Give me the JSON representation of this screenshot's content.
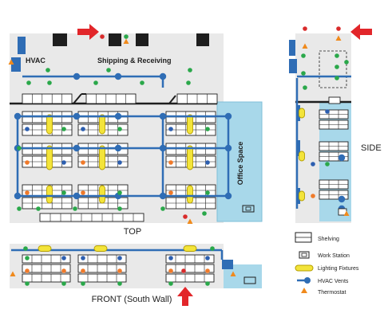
{
  "colors": {
    "floor": "#e9e9e9",
    "office": "#a8d8ea",
    "hvac": "#2f6db5",
    "light_fill": "#f3e43a",
    "light_stroke": "#b59f00",
    "arrow": "#e2262a",
    "thermostat": "#f08a1c",
    "sensor_green": "#2aa84a",
    "sensor_blue": "#2d5fb0",
    "sensor_orange": "#f07a2a",
    "sensor_red": "#d92b2b",
    "equipment": "#1e1e1e"
  },
  "labels": {
    "hvac_room": "HVAC",
    "shipping": "Shipping & Receiving",
    "office": "Office Space",
    "top_view": "TOP",
    "side_view": "SIDE",
    "front_view": "FRONT (South Wall)"
  },
  "legend": [
    {
      "icon": "shelving-icon",
      "label": "Shelving"
    },
    {
      "icon": "work-station-icon",
      "label": "Work Station"
    },
    {
      "icon": "lighting-fixture-icon",
      "label": "Lighting Fixtures"
    },
    {
      "icon": "hvac-vent-icon",
      "label": "HVAC Vents"
    },
    {
      "icon": "thermostat-icon",
      "label": "Thermostat"
    }
  ]
}
